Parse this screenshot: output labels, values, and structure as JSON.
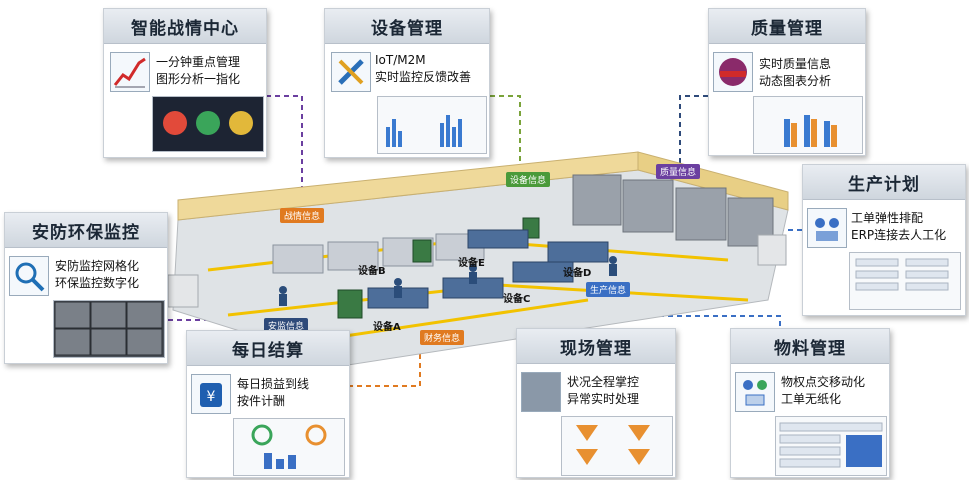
{
  "cards": {
    "smart_center": {
      "title": "智能战情中心",
      "lines": [
        "一分钟重点管理",
        "图形分析一指化"
      ]
    },
    "equipment": {
      "title": "设备管理",
      "lines": [
        "IoT/M2M",
        "实时监控反馈改善"
      ]
    },
    "quality": {
      "title": "质量管理",
      "lines": [
        "实时质量信息",
        "动态图表分析"
      ]
    },
    "production": {
      "title": "生产计划",
      "lines": [
        "工单弹性排配",
        "ERP连接去人工化"
      ]
    },
    "security": {
      "title": "安防环保监控",
      "lines": [
        "安防监控网格化",
        "环保监控数字化"
      ]
    },
    "daily": {
      "title": "每日结算",
      "lines": [
        "每日损益到线",
        "按件计酬"
      ]
    },
    "site": {
      "title": "现场管理",
      "lines": [
        "状况全程掌控",
        "异常实时处理"
      ]
    },
    "material": {
      "title": "物料管理",
      "lines": [
        "物权点交移动化",
        "工单无纸化"
      ]
    }
  },
  "factory": {
    "equipment_labels": [
      "设备A",
      "设备B",
      "设备C",
      "设备D",
      "设备E"
    ],
    "tags": {
      "battle": "战情信息",
      "equip": "设备信息",
      "quality": "质量信息",
      "monitor": "安监信息",
      "finance": "财务信息",
      "production": "生产信息"
    }
  },
  "colors": {
    "purple": "#6b3fa0",
    "olive": "#7aa33a",
    "navy": "#2e4a7a",
    "orange": "#e07a20",
    "blue": "#3a6fc4",
    "green": "#4a9a3a",
    "floor": "#dfe3e6",
    "wall": "#efd99a"
  }
}
